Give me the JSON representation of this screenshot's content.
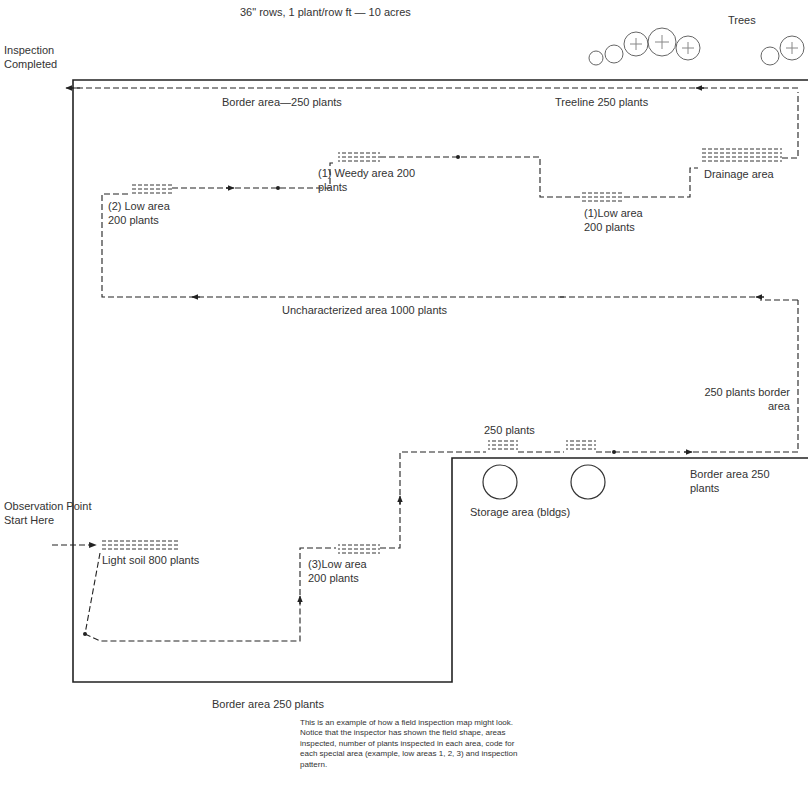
{
  "diagram": {
    "title": "36\" rows, 1 plant/row ft — 10 acres",
    "caption": "This is an example of how a field inspection map might look. Notice that the inspector has shown the field shape, areas inspected, number of plants inspected in each area, code for each special area (example, low areas 1, 2, 3) and inspection pattern.",
    "labels": [
      "Inspection Completed",
      "Trees",
      "Border area—250 plants",
      "Treeline 250 plants",
      "(1) Weedy area 200 plants",
      "(2) Low area 200 plants",
      "(1)Low area 200 plants",
      "Drainage area",
      "Uncharacterized area 1000 plants",
      "250 plants border area",
      "250 plants",
      "Border area 250 plants",
      "Storage area (bldgs)",
      "Observation Point Start Here",
      "Light soil 800 plants",
      "(3)Low area 200 plants",
      "Border area 250 plants"
    ]
  }
}
